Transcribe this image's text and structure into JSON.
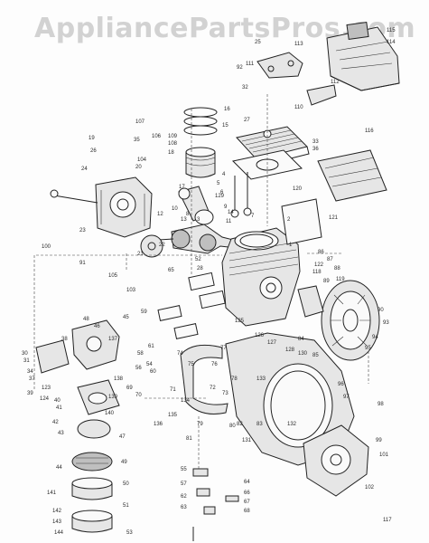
{
  "watermark": "AppliancePartsPros.com",
  "part_numbers": [
    "115",
    "114",
    "25",
    "111",
    "113",
    "92",
    "32",
    "112",
    "116",
    "110",
    "16",
    "18",
    "108",
    "35",
    "33",
    "27",
    "107",
    "109",
    "19",
    "20",
    "36",
    "104",
    "26",
    "24",
    "23",
    "17",
    "15",
    "10",
    "12",
    "11",
    "13",
    "121",
    "120",
    "106",
    "52",
    "105",
    "129",
    "65",
    "48",
    "46",
    "100",
    "38",
    "91",
    "103",
    "59",
    "61",
    "54",
    "58",
    "56",
    "60",
    "45",
    "1",
    "2",
    "3",
    "4",
    "5",
    "6",
    "7",
    "8",
    "9",
    "14",
    "21",
    "22",
    "28",
    "30",
    "31",
    "34",
    "37",
    "39",
    "40",
    "41",
    "42",
    "43",
    "44",
    "47",
    "49",
    "50",
    "51",
    "53",
    "55",
    "57",
    "62",
    "63",
    "64",
    "66",
    "67",
    "68",
    "69",
    "70",
    "71",
    "72",
    "73",
    "74",
    "75",
    "76",
    "77",
    "78",
    "79",
    "80",
    "81",
    "82",
    "83",
    "84",
    "85",
    "86",
    "87",
    "88",
    "89",
    "90",
    "93",
    "94",
    "95",
    "96",
    "97",
    "98",
    "99",
    "101",
    "102",
    "117",
    "118",
    "119",
    "122",
    "123",
    "124",
    "125",
    "126",
    "127",
    "128",
    "130",
    "131",
    "132",
    "133",
    "134",
    "135",
    "136",
    "137",
    "138",
    "139",
    "140",
    "141",
    "142",
    "143",
    "144"
  ]
}
